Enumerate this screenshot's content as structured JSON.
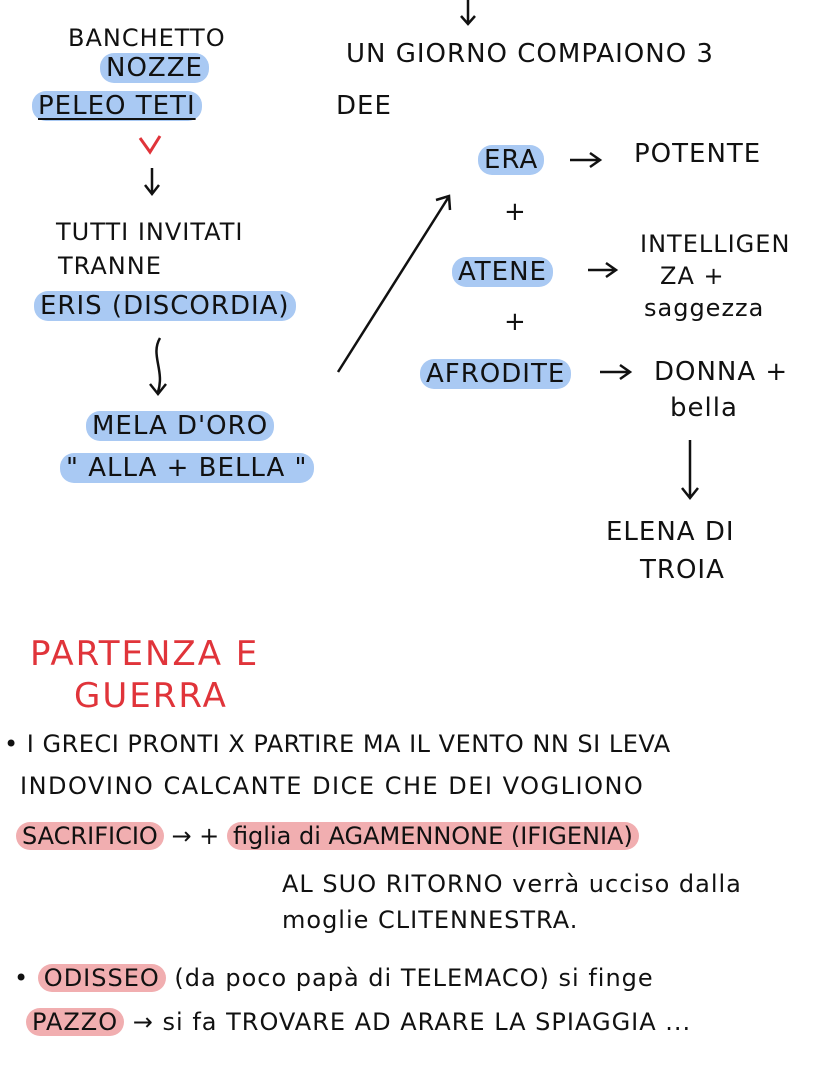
{
  "left_tree": {
    "banchetto": "BANCHETTO",
    "nozze": "NOZZE",
    "peleo_teti": "PELEO TETI",
    "tutti_invitati": "TUTTI INVITATI",
    "tranne": "TRANNE",
    "eris": "ERIS (DISCORDIA)",
    "mela": "MELA D'ORO",
    "alla_bella": "\" ALLA + BELLA \""
  },
  "right_tree": {
    "un_giorno": "UN GIORNO COMPAIONO 3",
    "dee": "DEE",
    "era": "ERA",
    "era_desc": "POTENTE",
    "plus1": "+",
    "atene": "ATENE",
    "atene_desc_1": "INTELLIGEN",
    "atene_desc_2": "ZA +",
    "atene_desc_3": "saggezza",
    "plus2": "+",
    "afrodite": "AFRODITE",
    "afrodite_desc_1": "DONNA +",
    "afrodite_desc_2": "bella",
    "elena_1": "ELENA DI",
    "elena_2": "TROIA"
  },
  "section": {
    "title_1": "PARTENZA E",
    "title_2": "GUERRA"
  },
  "bullet_1": {
    "line_1": "• I GRECI PRONTI X PARTIRE MA IL VENTO NN SI LEVA",
    "line_2": "INDOVINO CALCANTE DICE CHE DEI VOGLIONO",
    "sacrificio": "SACRIFICIO",
    "arrow": "→ +",
    "figlia": "figlia di AGAMENNONE (IFIGENIA)",
    "line_4": "AL SUO RITORNO verrà ucciso dalla",
    "line_5": "moglie CLITENNESTRA."
  },
  "bullet_2": {
    "odisseo": "ODISSEO",
    "odisseo_rest": "(da poco papà di TELEMACO) si finge",
    "pazzo": "PAZZO",
    "pazzo_rest": "→ si fa TROVARE AD ARARE LA SPIAGGIA ..."
  },
  "colors": {
    "ink": "#111111",
    "highlight_blue": "#a9c9f3",
    "highlight_pink": "#f1aeb0",
    "title_red": "#e0343a"
  }
}
